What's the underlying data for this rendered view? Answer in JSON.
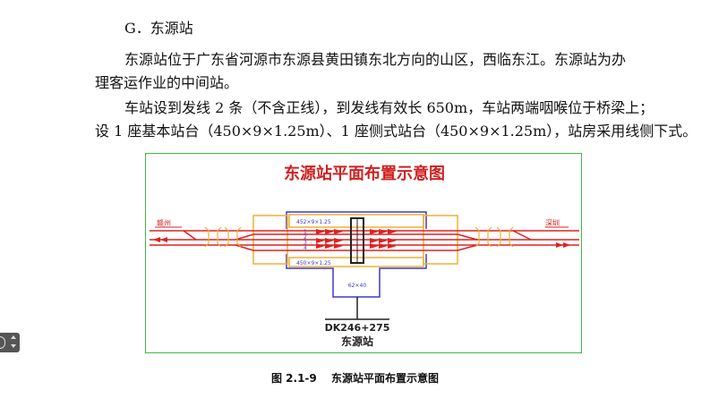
{
  "document": {
    "heading": "G．东源站",
    "para1_line1": "东源站位于广东省河源市东源县黄田镇东北方向的山区，西临东江。东源站为办",
    "para1_line2": "理客运作业的中间站。",
    "para2_line1": "车站设到发线 2 条（不含正线），到发线有效长 650m，车站两端咽喉位于桥梁上；",
    "para2_line2": "设 1 座基本站台（450×9×1.25m）、1 座侧式站台（450×9×1.25m），站房采用线侧下式。"
  },
  "figure": {
    "title": "东源站平面布置示意图",
    "left_label": "赣州",
    "right_label": "深圳",
    "platform_top_label": "452×9×1.25",
    "platform_bottom_label": "450×9×1.25",
    "station_building_label": "62×40",
    "track_labels": [
      "1",
      "2",
      "3",
      "4"
    ],
    "mileage": "DK246+275",
    "station_name": "东源站",
    "colors": {
      "track": "#e02020",
      "platform": "#f0b030",
      "building": "#3a3ad0",
      "title": "#d02020",
      "border": "#3dbd3d"
    }
  },
  "caption": {
    "number": "图 2.1-9",
    "text": "东源站平面布置示意图"
  }
}
